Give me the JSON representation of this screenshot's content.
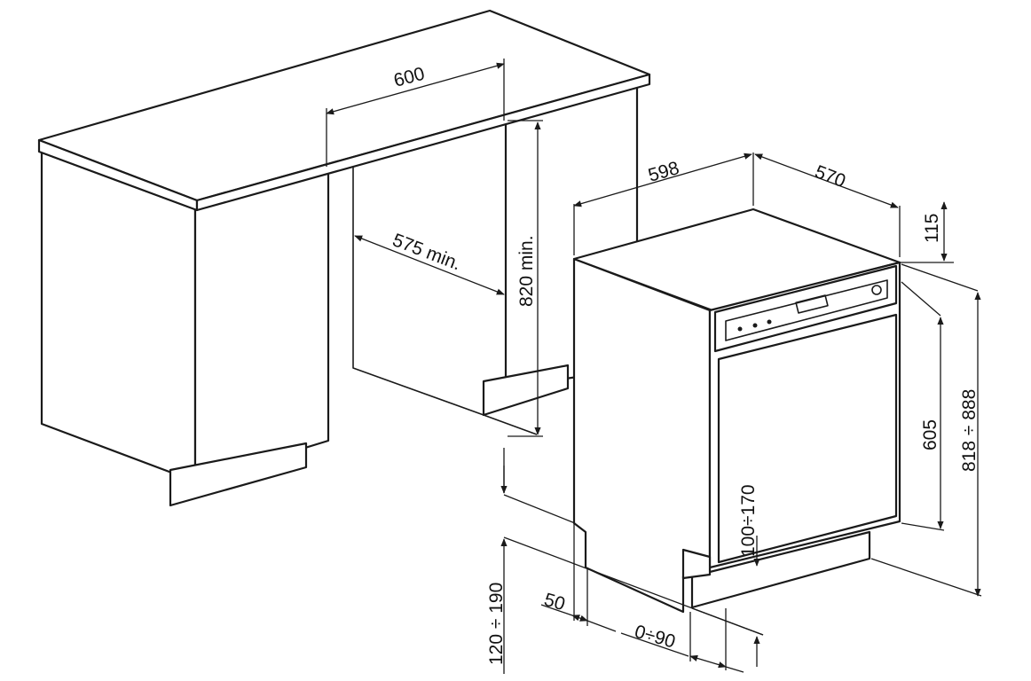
{
  "dimensions": {
    "worktop_depth": "600",
    "cabinet_gap": "575 min.",
    "gap_height": "820 min.",
    "appliance_width": "598",
    "appliance_depth": "570",
    "top_clearance": "115",
    "door_height": "605",
    "overall_height": "818 ÷ 888",
    "plinth_height": "100÷170",
    "floor_to_door": "120 ÷ 190",
    "plinth_setback": "50",
    "plinth_adjust": "0÷90"
  },
  "colors": {
    "line": "#1a1a1a",
    "background": "#ffffff"
  }
}
